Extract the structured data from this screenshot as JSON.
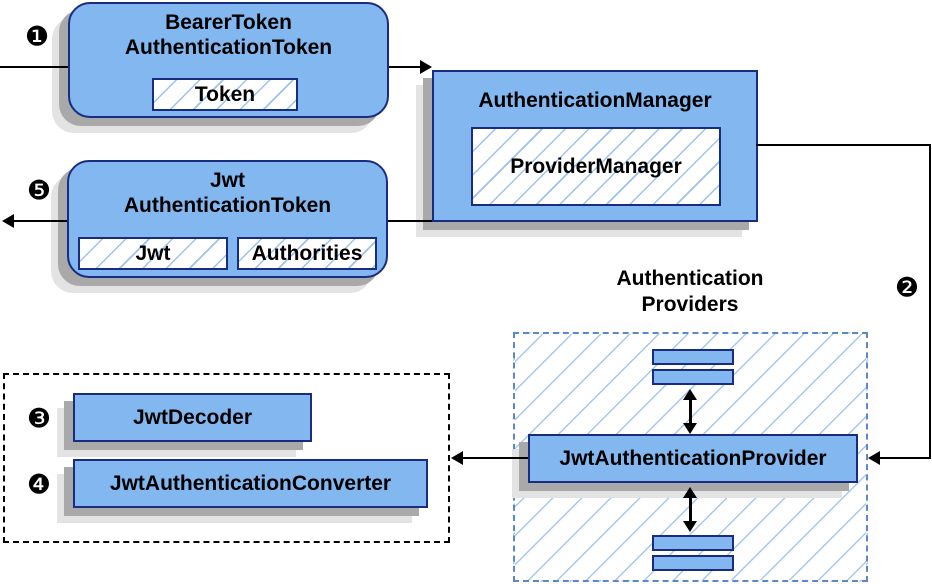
{
  "diagram": {
    "steps": {
      "s1": "❶",
      "s2": "❷",
      "s3": "❸",
      "s4": "❹",
      "s5": "❺"
    },
    "bearer": {
      "title1": "BearerToken",
      "title2": "AuthenticationToken",
      "field": "Token"
    },
    "manager": {
      "title": "AuthenticationManager",
      "field": "ProviderManager"
    },
    "jwt": {
      "title1": "Jwt",
      "title2": "AuthenticationToken",
      "field_jwt": "Jwt",
      "field_auth": "Authorities"
    },
    "providers": {
      "label1": "Authentication",
      "label2": "Providers",
      "node": "JwtAuthenticationProvider"
    },
    "converters": {
      "decoder": "JwtDecoder",
      "converter": "JwtAuthenticationConverter"
    },
    "colors": {
      "node_fill": "#82B7F0",
      "node_border": "#1A2C80",
      "hatch_line": "#9CC3EE",
      "providers_border": "#5C88CB",
      "shadow_dark": "#A9A9A9",
      "shadow_light": "#E3E3E3",
      "connector": "#000000"
    }
  }
}
